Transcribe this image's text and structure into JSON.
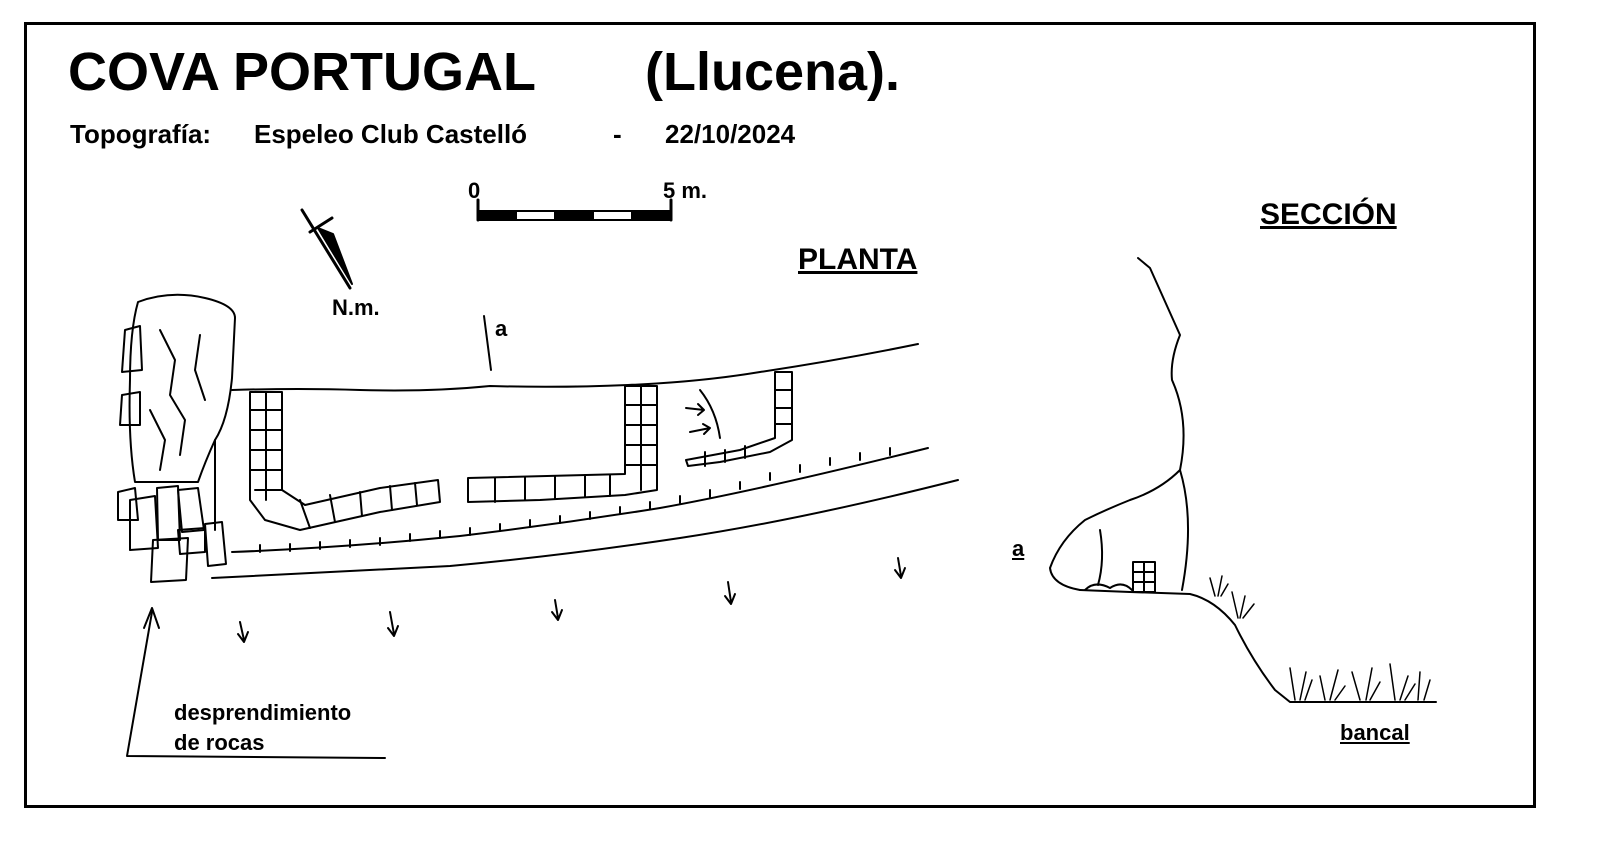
{
  "header": {
    "title": "COVA  PORTUGAL",
    "location": "(Llucena).",
    "credit_label": "Topografía:",
    "credit_author": "Espeleo Club Castelló",
    "credit_separator": "-",
    "credit_date": "22/10/2024"
  },
  "scale_bar": {
    "start_label": "0",
    "end_label": "5 m.",
    "length_m": 5
  },
  "north": {
    "label": "N.m."
  },
  "plan": {
    "heading": "PLANTA",
    "section_marker": "a",
    "rockfall_label_line1": "desprendimiento",
    "rockfall_label_line2": "de rocas"
  },
  "section": {
    "heading": "SECCIÓN",
    "marker": "a",
    "ground_label": "bancal"
  },
  "colors": {
    "ink": "#000000",
    "paper": "#ffffff"
  }
}
